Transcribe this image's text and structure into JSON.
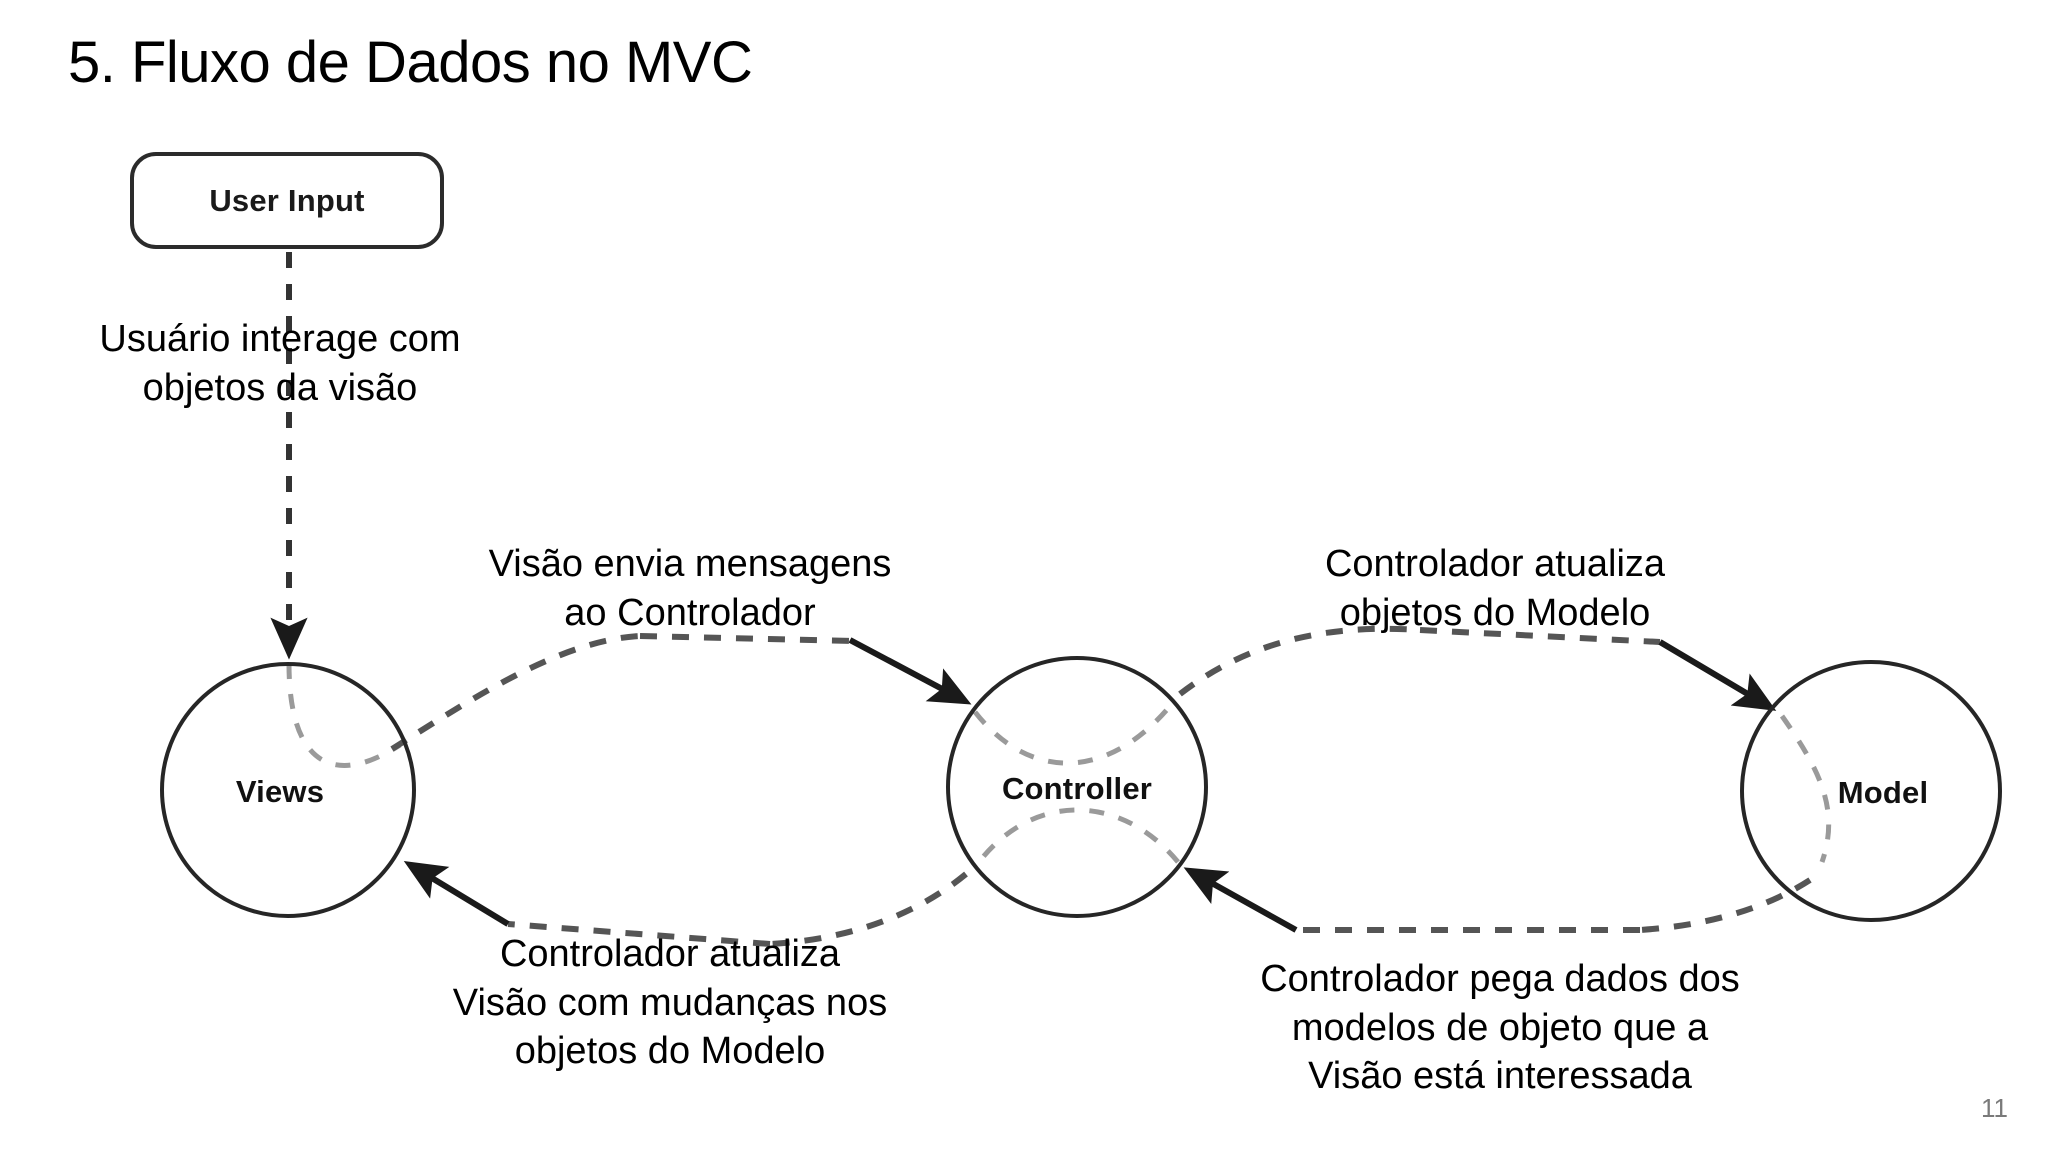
{
  "slide": {
    "title": "5. Fluxo de Dados no MVC",
    "page_number": "11",
    "background_color": "#ffffff",
    "stroke_color": "#262626",
    "dashed_stroke_color": "#555555",
    "page_number_color": "#7a7a7a"
  },
  "nodes": {
    "user_input": {
      "label": "User Input",
      "shape": "rounded-rectangle"
    },
    "views": {
      "label": "Views",
      "shape": "circle"
    },
    "controller": {
      "label": "Controller",
      "shape": "circle"
    },
    "model": {
      "label": "Model",
      "shape": "circle"
    }
  },
  "annotations": {
    "user_interacts": "Usuário interage com\nobjetos da visão",
    "view_sends_messages": "Visão envia mensagens\nao Controlador",
    "controller_updates_model": "Controlador atualiza\nobjetos do Modelo",
    "controller_updates_view": "Controlador atualiza\nVisão com mudanças nos\nobjetos do Modelo",
    "controller_gets_data": "Controlador pega dados dos\nmodelos de objeto que a\nVisão está interessada"
  },
  "connectors": [
    {
      "name": "user-input-to-views",
      "from": "user_input",
      "to": "views",
      "style": "dashed",
      "arrow": "end"
    },
    {
      "name": "views-to-controller",
      "from": "views",
      "to": "controller",
      "style": "dashed",
      "arrow": "end"
    },
    {
      "name": "controller-to-views",
      "from": "controller",
      "to": "views",
      "style": "dashed",
      "arrow": "end"
    },
    {
      "name": "controller-to-model",
      "from": "controller",
      "to": "model",
      "style": "dashed",
      "arrow": "end"
    },
    {
      "name": "model-to-controller",
      "from": "model",
      "to": "controller",
      "style": "dashed",
      "arrow": "end"
    }
  ]
}
